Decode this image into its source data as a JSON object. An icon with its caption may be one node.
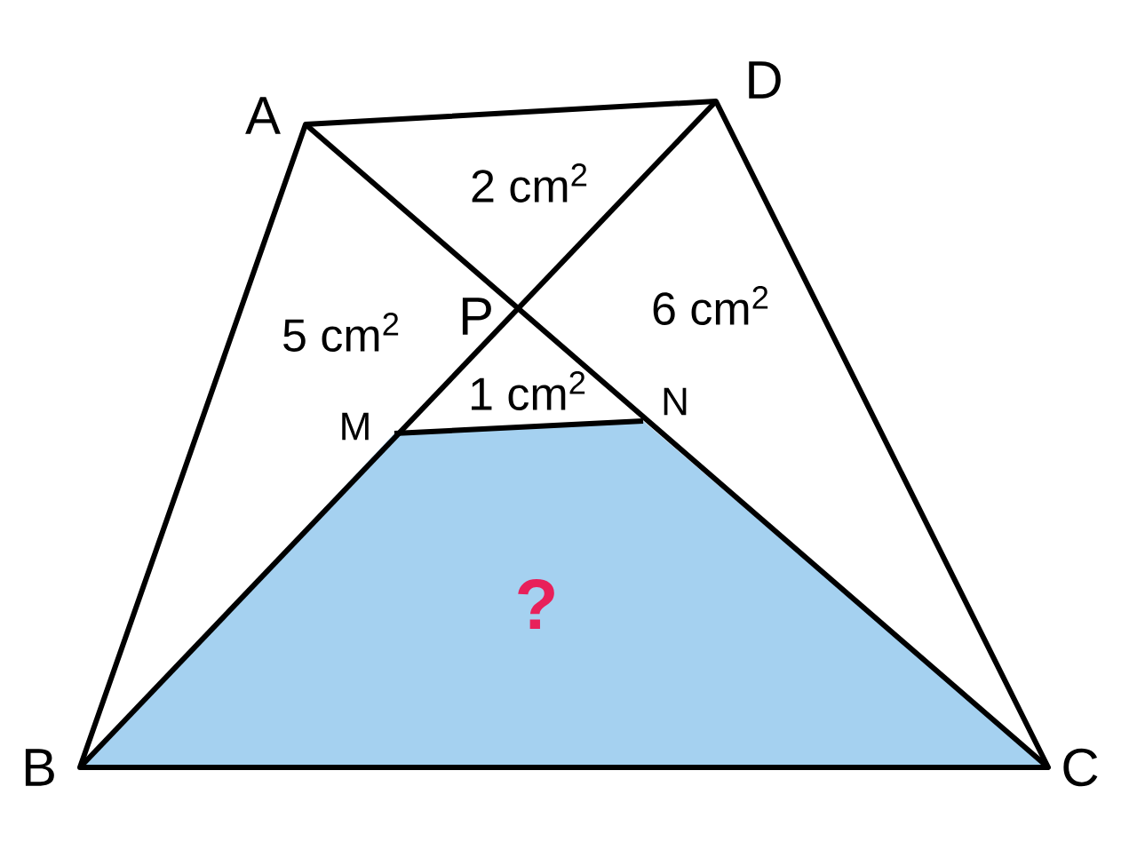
{
  "diagram": {
    "labels": [
      "A",
      "D",
      "2 cm$^{2}$",
      "5 cm$^{2}$",
      "P",
      "6 cm$^{2}$",
      "1 cm$^{2}$",
      "M",
      "N",
      "?",
      "B",
      "C"
    ]
  }
}
